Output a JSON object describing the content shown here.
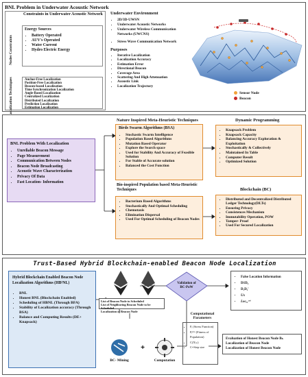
{
  "section1": {
    "header": "BNL Problem in Underwater Acoustic Network",
    "constraints_title": "Constraints in Underwater Acoustic Network",
    "nodes_constraints_label": "Nodes Constraints",
    "energy_title": "Energy Sources",
    "energy_items": [
      "Battery Operated",
      "AUV's Operated",
      "Water Current",
      "Hydro Electric Energy"
    ],
    "localization_label": "Localization Techniques",
    "localization_items": [
      "Anchor-Free Localization",
      "Position-Free Localization",
      "Beacon-based Localization",
      "Time Synchronization Localization",
      "Angle-Based Localization",
      "Centralized Localization",
      "Distributed Localization",
      "Prediction Localization",
      "Estimation Localization"
    ],
    "environment_title": "Underwater Environment",
    "environment_items": [
      "2D/3D-UWSN",
      "Underwater Acoustic Networks",
      "Underwater Wireless Communication Networks (UWCNS)",
      "Stress Wave Communication Network"
    ],
    "purposes_title": "Purposes",
    "purposes_items": [
      "Iterative Localization",
      "Localization Accuracy",
      "Estimation Error",
      "Directional Beacon",
      "Coverage Area",
      "Scattering And High Attenuation",
      "Acoustic Link",
      "Localization Trajectory"
    ],
    "legend_sensor": "Sensor Node",
    "legend_beacon": "Beacon"
  },
  "section2": {
    "problem_title": "BNL Problem With Localization",
    "problem_items": [
      "Unreliable Beacon Message",
      "Page Measurement",
      "Communication Between Nodes",
      "Beacon Node Broadcasting",
      "Acoustic Wave Characterization",
      "Privacy Of Data",
      "Fast Location- Information"
    ],
    "nature_title": "Nature Inspired Meta-Heuristic Techniques",
    "bsa_title": "Birds Swarm Algorithms (BSA)",
    "bsa_items": [
      "Stochastic Swarm Intelligence",
      "Population Based Algorithms",
      "Mutation Based Operator",
      "Explore the Search space",
      "Used for Stability And Accuracy of Feasible Solution",
      "For Stable of Accurate solution",
      "Balanced the Cost Function"
    ],
    "dp_title": "Dynamic Programming",
    "dp_items": [
      "Knapsack Problem",
      "Knapsack Capacity",
      "Balancing Accuracy Exploration & Exploitation",
      "Stochastically & Collectively",
      "Maintained In Table",
      "Computer Result",
      "Optimized Solution"
    ],
    "bio_title": "Bio-inspired Population based Meta-Heuristic Techniques",
    "bfa_items": [
      "Bacterium Based Algorithms",
      "Stochastically And Optimal Scheduling",
      "Chemotaxis",
      "Elimination Dispersal",
      "Used For Optimal Scheduling of Beacon Nodes"
    ],
    "bc_title": "Blockchain (BC)",
    "bc_items": [
      "Distributed and Decentralized Distributed Ledger Technology(DLTs)",
      "Ensuring Privacy",
      "Consistences Mechanism",
      "Immutability Operation, POW",
      "Tamper- Proof",
      "Used For Secured Localization"
    ]
  },
  "section3": {
    "banner": "Trust-Based Hybrid Blockchain-enabled Beacon Node Localization",
    "hb_title": "Hybrid Blockchain Enabled Beacon Node Localization Algorithms (HB²NL)",
    "hb_items": [
      "BNL",
      "Honest BNL (Blockchain Enabled)",
      "Scheduling of HBNL (Through BFA)",
      "Stability of Localization accuracy (Through BSA)",
      "Balance and Computing Results (DE+ Knapsack)"
    ],
    "validation_label": "Validation of BC-PoW",
    "right_items": [
      "False Location Information",
      "D1D₂",
      "D₁D₂′",
      "Ux",
      "Locᵧ₁ᶜᵒᵗ"
    ],
    "list_items": [
      "List of Beacon Node to Scheduled",
      "List of Neighboring Beacon Node to be Scheduled",
      "Localization of Beacon Node"
    ],
    "mining_label": "BC- Mining",
    "computation_label": "Computation",
    "params_title": "Computational Parameters",
    "params_items": [
      "Fᵢ (Stress Function)",
      "Pᵢⁿᵉʷ (Fitness of Population)",
      "C(Xᵗᵢₖ)",
      "C=Step size"
    ],
    "eval_items": [
      "Evaluation of Honest Beacon Node Bₕ",
      "Localization of Beacon Node",
      "Localization of Honest Beacon Node"
    ]
  }
}
